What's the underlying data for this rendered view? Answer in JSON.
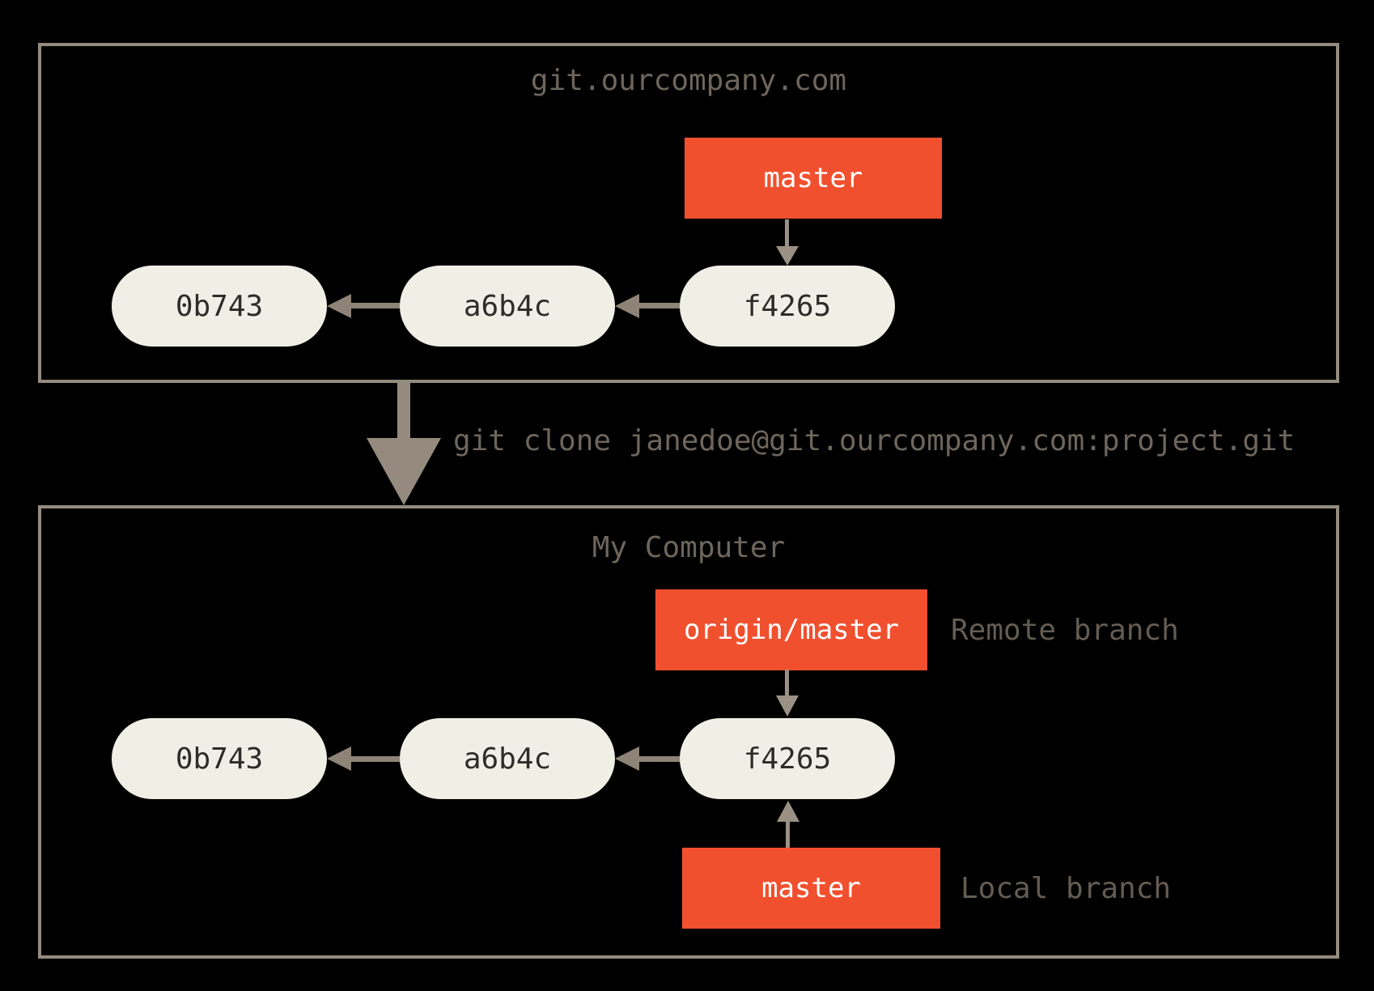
{
  "colors": {
    "background": "#000000",
    "box_border": "#948b7f",
    "arrow": "#8d8477",
    "big_arrow": "#948b7e",
    "branch_box_fill": "#f1502f",
    "branch_box_text": "#ffffff",
    "commit_fill": "#f0efe6",
    "commit_text": "#2e2c27",
    "label_text": "#6e665d"
  },
  "server_box": {
    "title": "git.ourcompany.com",
    "branch_label": "master",
    "commits": [
      {
        "id": "0b743"
      },
      {
        "id": "a6b4c"
      },
      {
        "id": "f4265"
      }
    ]
  },
  "clone_command": "git clone janedoe@git.ourcompany.com:project.git",
  "computer_box": {
    "title": "My Computer",
    "remote_branch_label": "origin/master",
    "remote_branch_annotation": "Remote branch",
    "local_branch_label": "master",
    "local_branch_annotation": "Local branch",
    "commits": [
      {
        "id": "0b743"
      },
      {
        "id": "a6b4c"
      },
      {
        "id": "f4265"
      }
    ]
  }
}
